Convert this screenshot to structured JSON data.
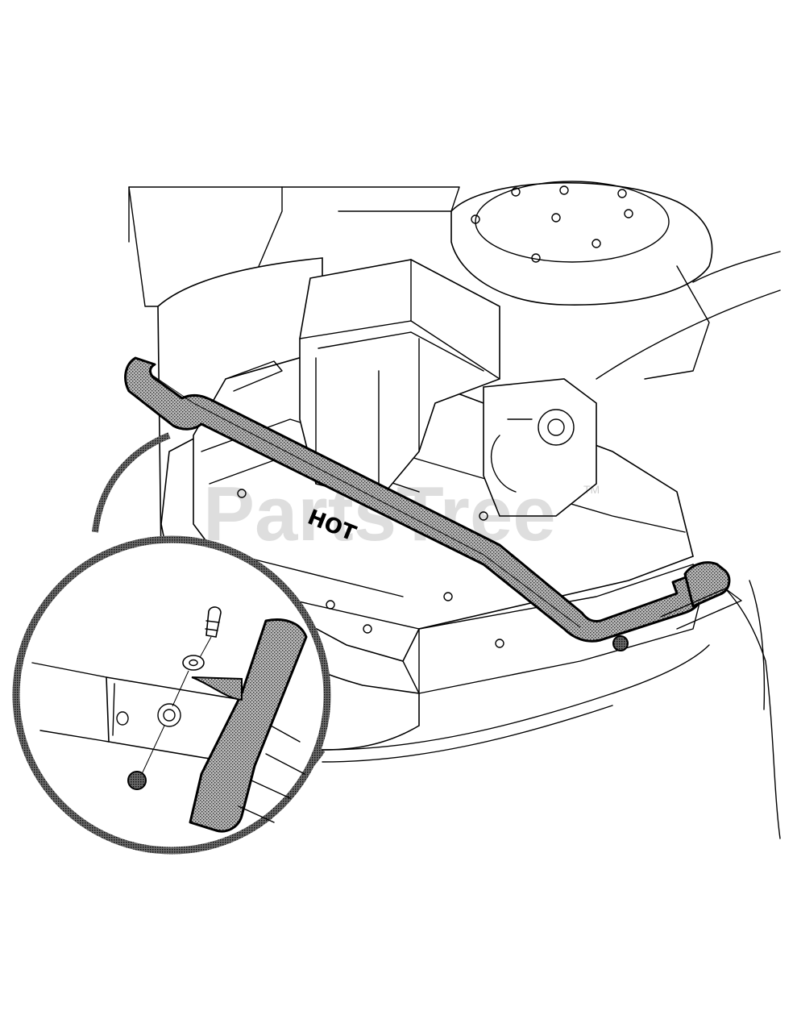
{
  "diagram": {
    "engine_label": "HOT",
    "watermark": {
      "text": "PartsTree",
      "trademark": "TM"
    },
    "colors": {
      "ink": "#000000",
      "paper": "#ffffff",
      "stipple": "#555555"
    },
    "parts": [
      "engine-housing-outline",
      "air-filter-box",
      "flywheel-cover",
      "bumper-bar",
      "callout-bolt",
      "callout-washer",
      "callout-nut",
      "callout-bracket"
    ]
  }
}
